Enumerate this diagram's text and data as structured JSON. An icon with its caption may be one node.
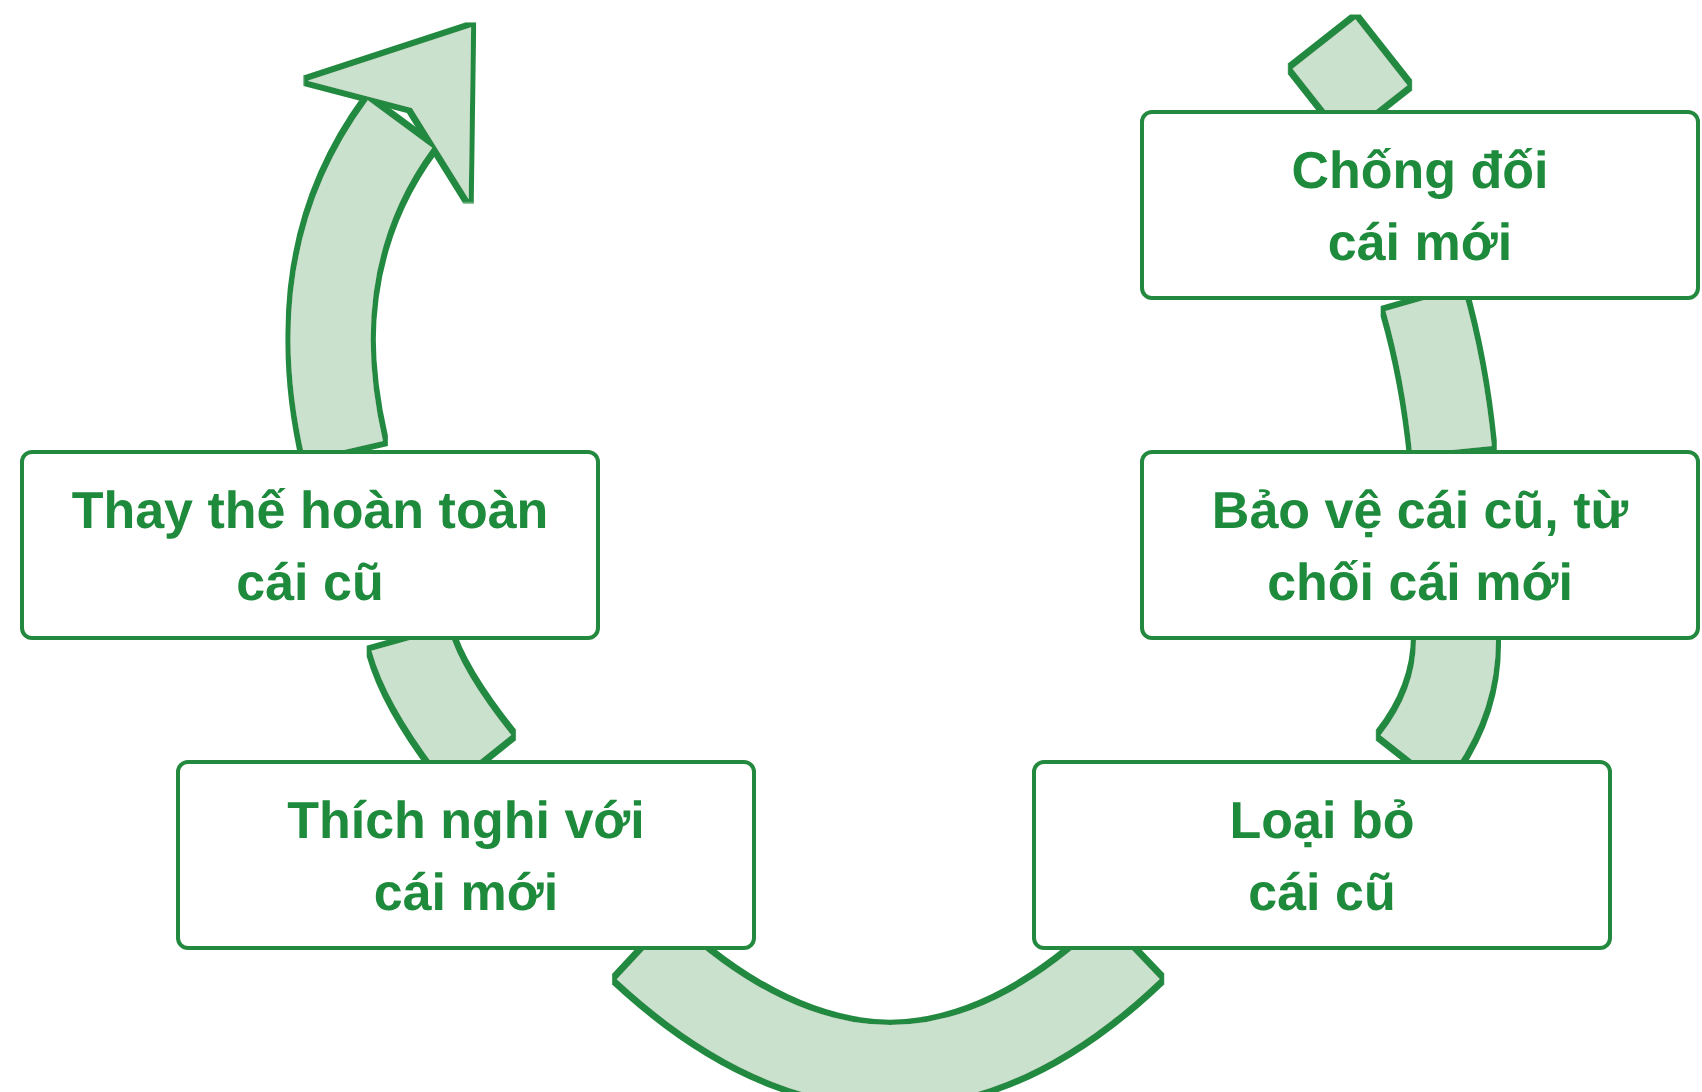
{
  "diagram": {
    "nodes": [
      {
        "text": [
          "Chống đối cái mới"
        ]
      },
      {
        "text": [
          "Bảo vệ cái cũ, từ chối cái mới"
        ]
      },
      {
        "text": [
          "Loại bỏ cái cũ"
        ]
      },
      {
        "text": [
          "Thích nghi với cái mới"
        ]
      },
      {
        "text": [
          "Thay thế hoàn toàn cái cũ"
        ]
      }
    ],
    "edges": [
      {
        "from": null,
        "to": 0,
        "arrow": "none"
      },
      {
        "from": 0,
        "to": 1,
        "arrow": "none"
      },
      {
        "from": 1,
        "to": 2,
        "arrow": "none"
      },
      {
        "from": 2,
        "to": 3,
        "arrow": "none"
      },
      {
        "from": 3,
        "to": 4,
        "arrow": "none"
      },
      {
        "from": 4,
        "to": null,
        "arrow": "to"
      }
    ]
  }
}
